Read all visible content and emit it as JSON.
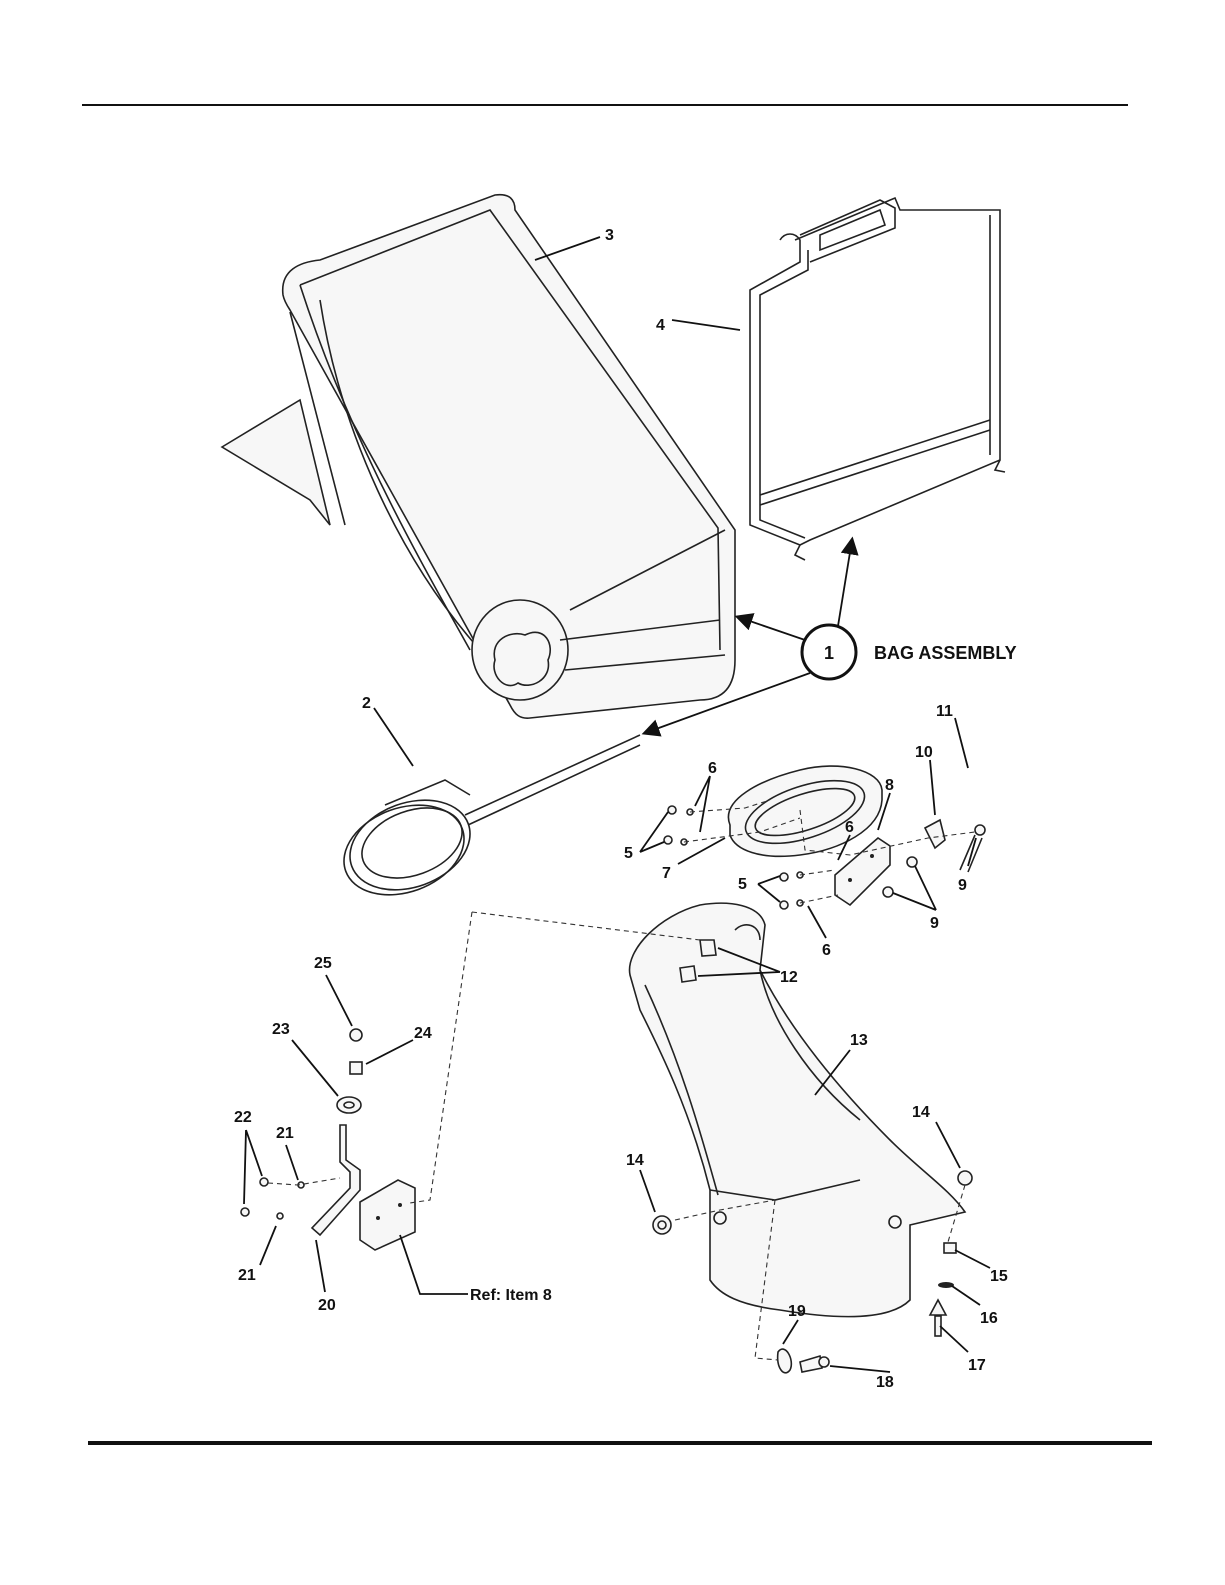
{
  "callouts": {
    "c1": "1",
    "bag_assembly": "BAG ASSEMBLY",
    "c2": "2",
    "c3": "3",
    "c4": "4",
    "c5a": "5",
    "c5b": "5",
    "c6a": "6",
    "c6b": "6",
    "c6c": "6",
    "c7": "7",
    "c8": "8",
    "c9a": "9",
    "c9b": "9",
    "c10": "10",
    "c11": "11",
    "c12": "12",
    "c13": "13",
    "c14a": "14",
    "c14b": "14",
    "c15": "15",
    "c16": "16",
    "c17": "17",
    "c18": "18",
    "c19": "19",
    "c20": "20",
    "c21a": "21",
    "c21b": "21",
    "c22": "22",
    "c23": "23",
    "c24": "24",
    "c25": "25",
    "ref_item8": "Ref: Item 8"
  }
}
